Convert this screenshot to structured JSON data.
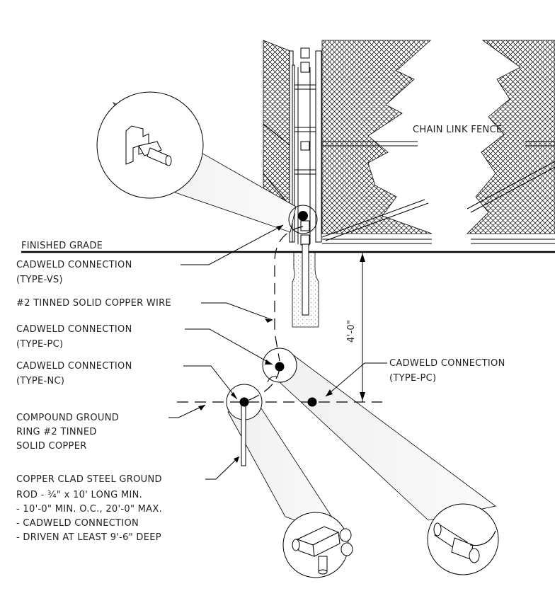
{
  "labels": {
    "fence": "CHAIN LINK FENCE",
    "grade": "FINISHED GRADE",
    "cad_vs_1": "CADWELD CONNECTION",
    "cad_vs_2": "(TYPE-VS)",
    "wire": "#2 TINNED SOLID COPPER WIRE",
    "cad_pc_1": "CADWELD CONNECTION",
    "cad_pc_2": "(TYPE-PC)",
    "cad_nc_1": "CADWELD CONNECTION",
    "cad_nc_2": "(TYPE-NC)",
    "cad_pc_right_1": "CADWELD CONNECTION",
    "cad_pc_right_2": "(TYPE-PC)",
    "ring_1": "COMPOUND GROUND",
    "ring_2": "RING #2 TINNED",
    "ring_3": "SOLID COPPER",
    "rod_1": "COPPER CLAD STEEL GROUND",
    "rod_2": "ROD - ¾\" x 10' LONG MIN.",
    "rod_3": "- 10'-0\" MIN. O.C., 20'-0\" MAX.",
    "rod_4": "- CADWELD CONNECTION",
    "rod_5": "- DRIVEN AT LEAST 9'-6\" DEEP",
    "dimension": "4'-0\""
  }
}
